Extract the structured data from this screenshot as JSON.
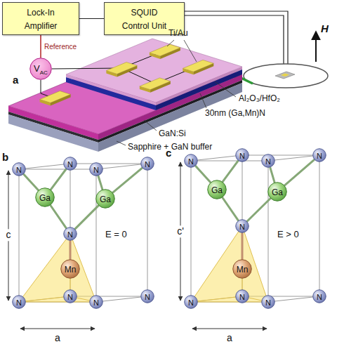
{
  "diagram": {
    "nodes": [
      {
        "text": [
          "Lock-In Amplifier"
        ]
      },
      {
        "text": [
          "SQUID Control Unit"
        ]
      },
      {
        "text": [
          "V",
          "AC"
        ]
      },
      {
        "text": [
          "N"
        ]
      },
      {
        "text": [
          "N"
        ]
      },
      {
        "text": [
          "N"
        ]
      },
      {
        "text": [
          "N"
        ]
      },
      {
        "text": [
          "Ga"
        ]
      },
      {
        "text": [
          "Ga"
        ]
      },
      {
        "text": [
          "N"
        ]
      },
      {
        "text": [
          "Mn"
        ]
      },
      {
        "text": [
          "N"
        ]
      },
      {
        "text": [
          "N"
        ]
      },
      {
        "text": [
          "N"
        ]
      },
      {
        "text": [
          "N"
        ]
      },
      {
        "text": [
          "N"
        ]
      },
      {
        "text": [
          "N"
        ]
      },
      {
        "text": [
          "N"
        ]
      },
      {
        "text": [
          "N"
        ]
      },
      {
        "text": [
          "Ga"
        ]
      },
      {
        "text": [
          "Ga"
        ]
      },
      {
        "text": [
          "N"
        ]
      },
      {
        "text": [
          "Mn"
        ]
      },
      {
        "text": [
          "N"
        ]
      },
      {
        "text": [
          "N"
        ]
      },
      {
        "text": [
          "N"
        ]
      },
      {
        "text": [
          "N"
        ]
      }
    ],
    "edges": [
      {
        "from": 0,
        "to": 1,
        "arrow": "none"
      },
      {
        "from": 0,
        "to": 2,
        "label": "Reference",
        "arrow": "none"
      },
      {
        "from": 7,
        "to": 3,
        "arrow": "none"
      },
      {
        "from": 7,
        "to": 4,
        "arrow": "none"
      },
      {
        "from": 8,
        "to": 5,
        "arrow": "none"
      },
      {
        "from": 8,
        "to": 6,
        "arrow": "none"
      },
      {
        "from": 7,
        "to": 9,
        "arrow": "none"
      },
      {
        "from": 8,
        "to": 9,
        "arrow": "none"
      },
      {
        "from": 9,
        "to": 10,
        "arrow": "none"
      },
      {
        "from": 19,
        "to": 15,
        "arrow": "none"
      },
      {
        "from": 19,
        "to": 16,
        "arrow": "none"
      },
      {
        "from": 20,
        "to": 17,
        "arrow": "none"
      },
      {
        "from": 20,
        "to": 18,
        "arrow": "none"
      },
      {
        "from": 19,
        "to": 21,
        "arrow": "none"
      },
      {
        "from": 20,
        "to": 21,
        "arrow": "none"
      },
      {
        "from": 21,
        "to": 22,
        "arrow": "none"
      }
    ],
    "labels": [
      "a",
      "Ti/Au",
      "Al₂O₃/HfO₂",
      "30nm (Ga,Mn)N",
      "GaN:Si",
      "Sapphire + GaN buffer",
      "H",
      "b",
      "c",
      "E = 0",
      "a",
      "c",
      "c'",
      "E > 0",
      "a"
    ]
  }
}
